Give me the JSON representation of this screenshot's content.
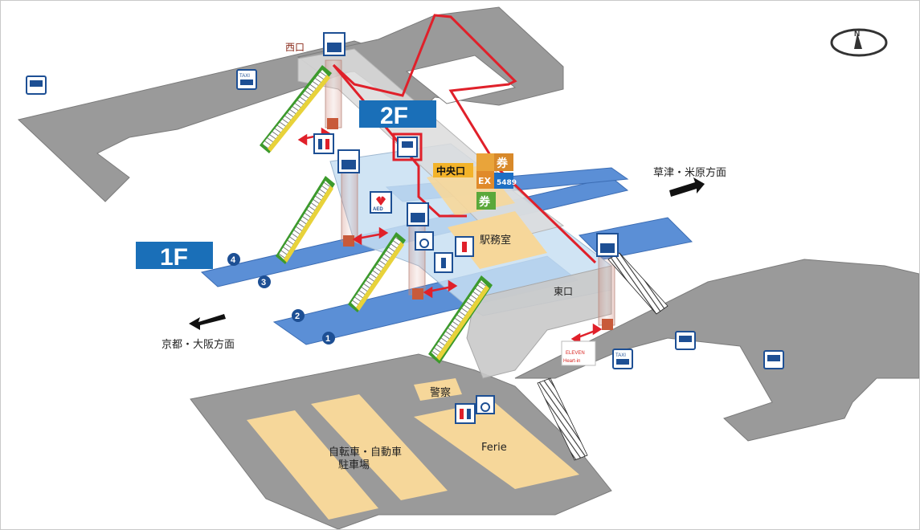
{
  "floors": {
    "upper": "2F",
    "lower": "1F"
  },
  "exits": {
    "west": "西口",
    "central": "中央口",
    "east": "東口"
  },
  "directions": {
    "east": "草津・米原方面",
    "west": "京都・大阪方面"
  },
  "rooms": {
    "station_office": "駅務室",
    "police": "警察",
    "parking_line1": "自転車・自動車",
    "parking_line2": "駐車場",
    "store": "Ferie"
  },
  "platforms": [
    "1",
    "2",
    "3",
    "4"
  ],
  "signs": {
    "taxi": "TAXI",
    "ticket": "券",
    "aed": "AED",
    "ex": "EX",
    "ticket_number": "5489",
    "convenience_brand": "ELEVEN",
    "convenience_name": "Heart-in"
  },
  "colors": {
    "ground": "#9a9a9a",
    "ground_edge": "#7b7b7b",
    "platform": "#5b8fd6",
    "concourse": "#c8dff2",
    "room": "#f6d79a",
    "route": "#e0202a",
    "floor_tag": "#1a6fb8",
    "escalator_green": "#3c9a2c",
    "escalator_yellow": "#e8d23a",
    "icon_blue": "#1d4f94"
  },
  "icons": [
    "bus-icon",
    "taxi-icon",
    "elevator-icon",
    "restroom-icon",
    "wheelchair-icon",
    "aed-icon",
    "ticket-machine-icon",
    "ticket-icon",
    "north-compass-icon",
    "direction-arrow-icon"
  ]
}
